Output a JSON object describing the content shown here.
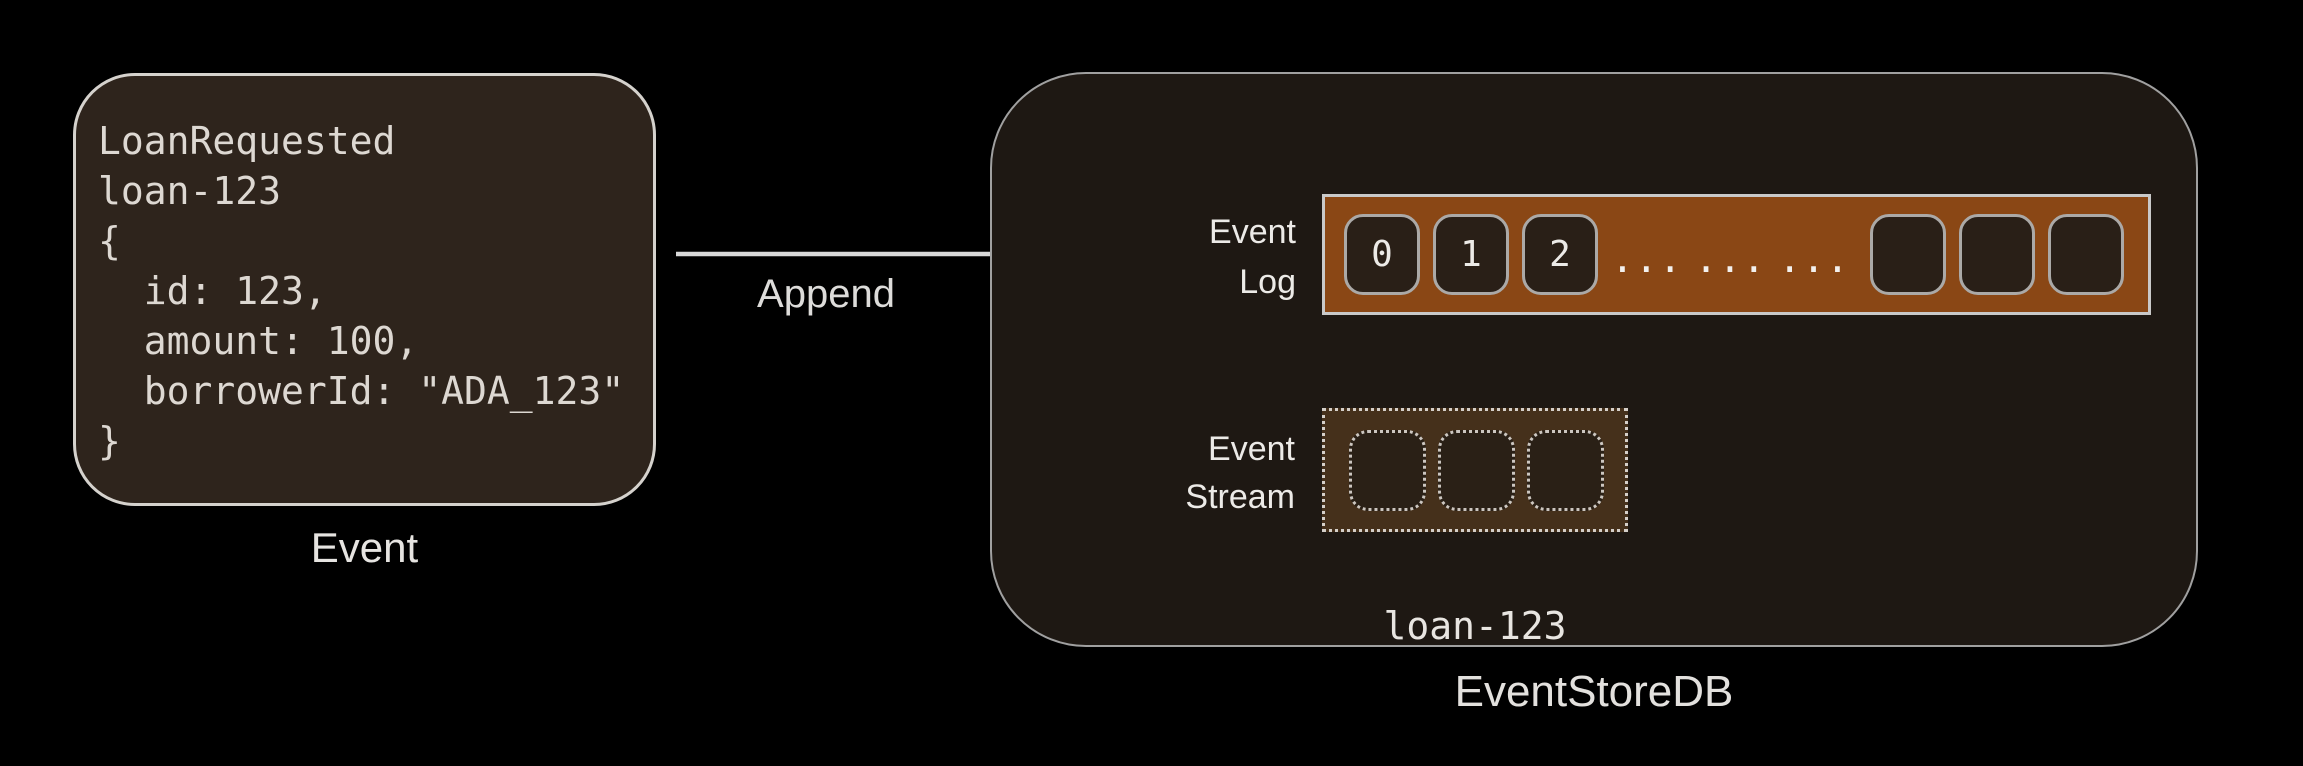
{
  "event_card": {
    "code": "LoanRequested\nloan-123\n{\n  id: 123,\n  amount: 100,\n  borrowerId: \"ADA_123\"\n}",
    "caption": "Event"
  },
  "append": {
    "label": "Append"
  },
  "eventstoredb": {
    "caption": "EventStoreDB",
    "event_log": {
      "label": [
        "Event",
        "Log"
      ],
      "numbered_cells": [
        "0",
        "1",
        "2"
      ],
      "ellipsis_groups": [
        "...",
        "...",
        "..."
      ],
      "empty_cell_count": 3
    },
    "event_stream": {
      "label": [
        "Event",
        "Stream"
      ],
      "empty_cell_count": 3,
      "stream_name": "loan-123"
    }
  },
  "colors": {
    "background": "#000000",
    "card_fill": "#2e241c",
    "card_border": "#d5d2cd",
    "container_fill": "#1e1813",
    "container_border": "#a0a0a0",
    "log_bar_fill": "#8a4715",
    "cell_fill": "#291f17",
    "cell_border": "#aba9a7",
    "stream_fill": "#45301b",
    "stream_dotted_border": "#d5cfc9",
    "arrow": "#d9d9d9",
    "text": "#e8e5e1"
  }
}
